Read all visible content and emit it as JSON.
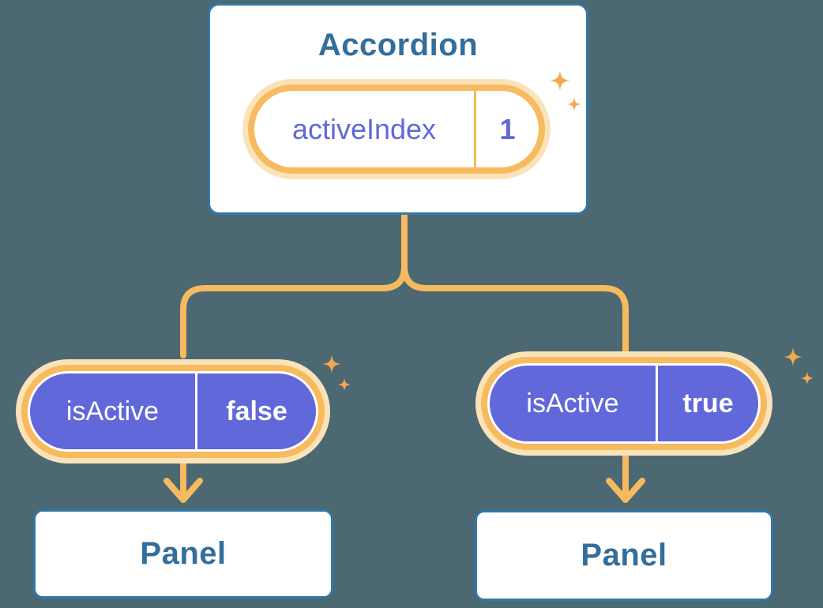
{
  "colors": {
    "bg": "#4C6873",
    "card-border": "#3177A8",
    "blue-text": "#336E9C",
    "purple": "#6168D9",
    "orange": "#F7BA5E",
    "cream": "#FBE3B9",
    "sparkle": "#F2A950"
  },
  "accordion": {
    "title": "Accordion",
    "pill": {
      "label": "activeIndex",
      "value": "1"
    }
  },
  "children": [
    {
      "pill": {
        "label": "isActive",
        "value": "false"
      },
      "panel": "Panel"
    },
    {
      "pill": {
        "label": "isActive",
        "value": "true"
      },
      "panel": "Panel"
    }
  ],
  "icons": {
    "sparkle": "four-point-star"
  }
}
